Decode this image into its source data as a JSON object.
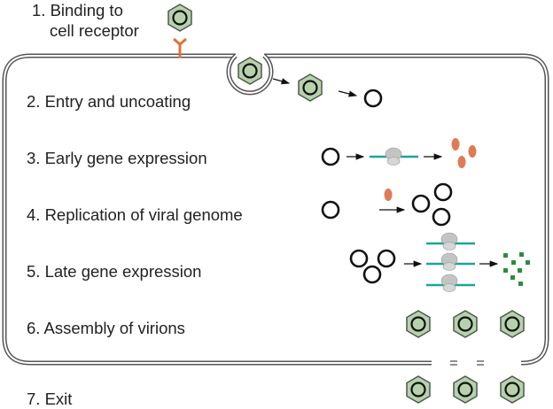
{
  "steps": [
    {
      "label_line1": "1. Binding to",
      "label_line2": "cell receptor"
    },
    {
      "label": "2. Entry and uncoating"
    },
    {
      "label": "3. Early gene expression"
    },
    {
      "label": "4. Replication of viral genome"
    },
    {
      "label": "5. Late gene expression"
    },
    {
      "label": "6. Assembly of virions"
    },
    {
      "label": "7. Exit"
    }
  ],
  "colors": {
    "capsid_fill": "#b7d1ad",
    "capsid_stroke": "#4a5a48",
    "receptor": "#e0703a",
    "protein": "#e07a55",
    "mrna": "#1aa3a0",
    "late_protein": "#2e8b3e",
    "ribosome": "#bdbdbd",
    "membrane": "#555555"
  }
}
